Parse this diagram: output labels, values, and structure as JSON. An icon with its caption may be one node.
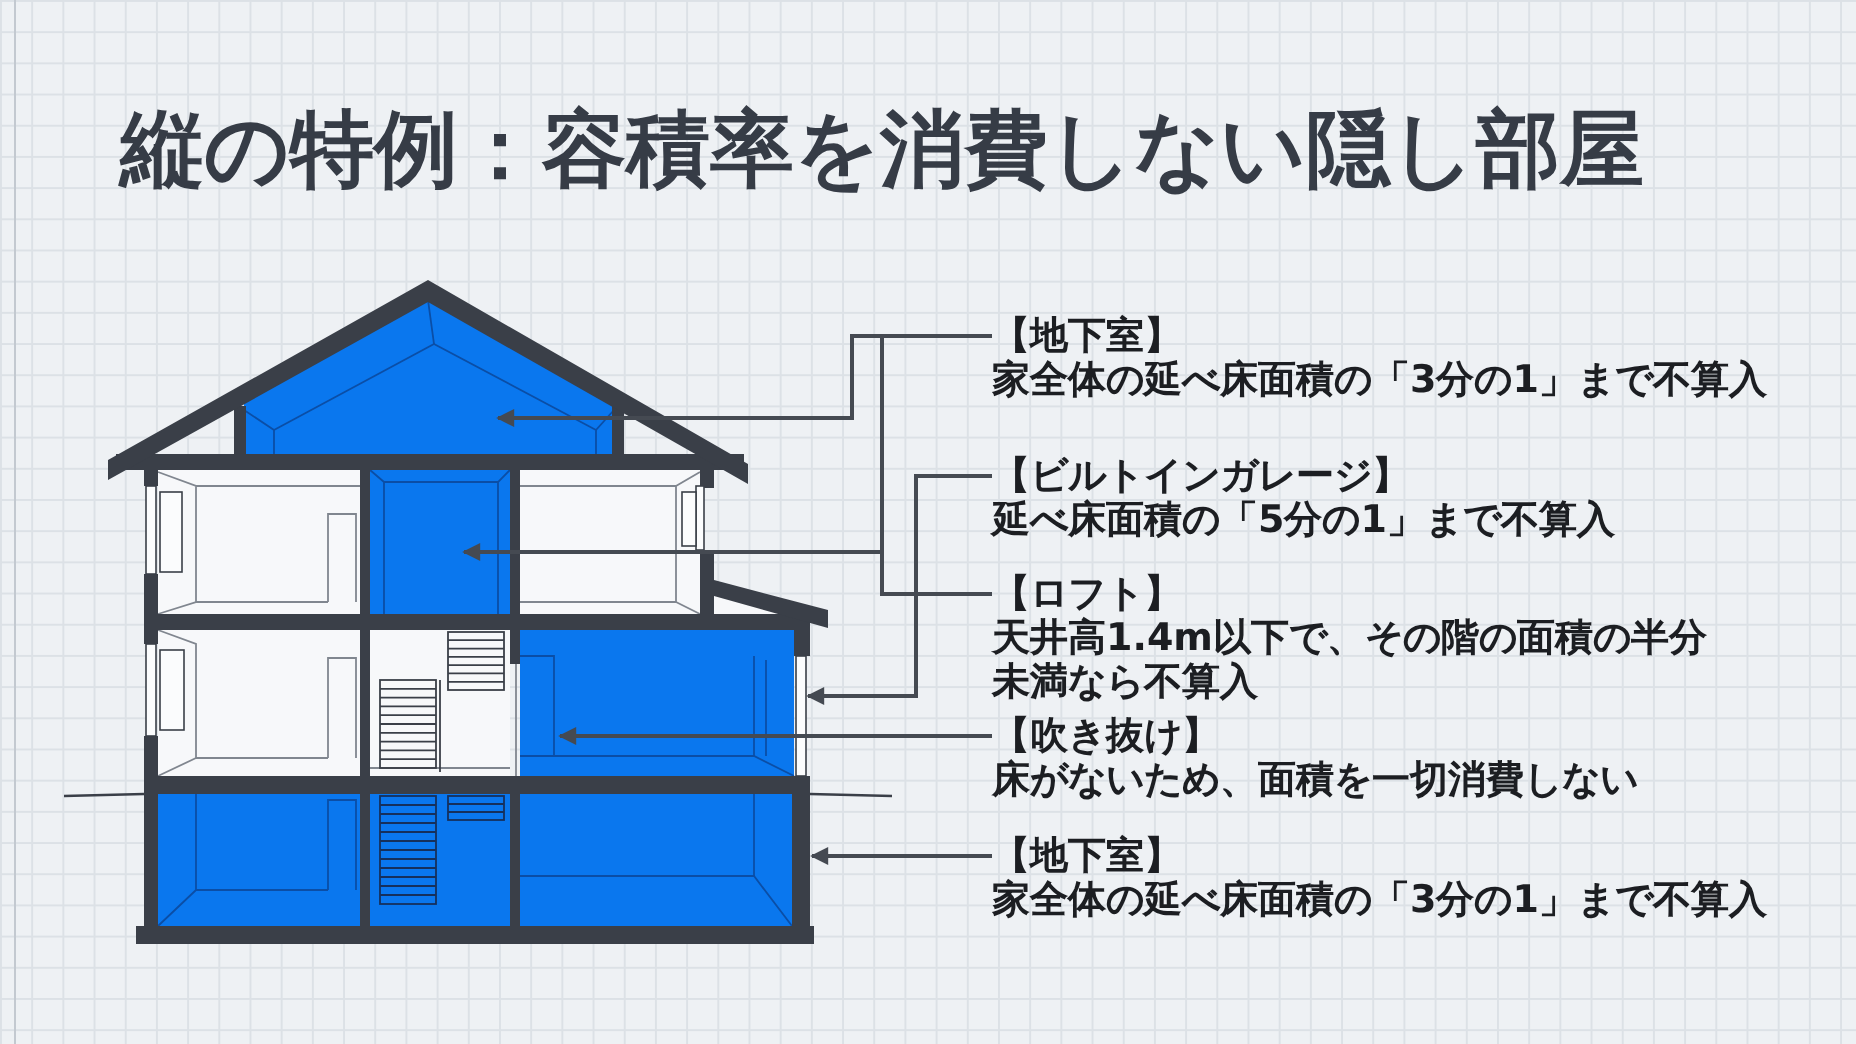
{
  "diagram": {
    "title": "縦の特例：容積率を消費しない隠し部屋",
    "nodes": [
      {
        "text": [
          "【地下室】",
          "家全体の延べ床面積の「3分の1」まで不算入"
        ]
      },
      {
        "text": [
          "【ビルトインガレージ】",
          "延べ床面積の「5分の1」まで不算入"
        ]
      },
      {
        "text": [
          "【ロフト】",
          "天井高1.4m以下で、その階の面積の半分未満なら不算入"
        ]
      },
      {
        "text": [
          "【吹き抜け】",
          "床がないため、面積を一切消費しない"
        ]
      },
      {
        "text": [
          "【地下室】",
          "家全体の延べ床面積の「3分の1」まで不算入"
        ]
      },
      {
        "text": [],
        "shape": "pentagon"
      },
      {
        "text": [],
        "shape": "box"
      },
      {
        "text": [],
        "shape": "box"
      },
      {
        "text": [],
        "shape": "box"
      }
    ],
    "edges": [
      {
        "from": 0,
        "to": 5,
        "arrow": "to"
      },
      {
        "from": 1,
        "to": 7,
        "arrow": "to"
      },
      {
        "from": 2,
        "to": 6,
        "arrow": "to"
      },
      {
        "from": 3,
        "to": 7,
        "arrow": "to"
      },
      {
        "from": 4,
        "to": 8,
        "arrow": "to"
      }
    ]
  }
}
